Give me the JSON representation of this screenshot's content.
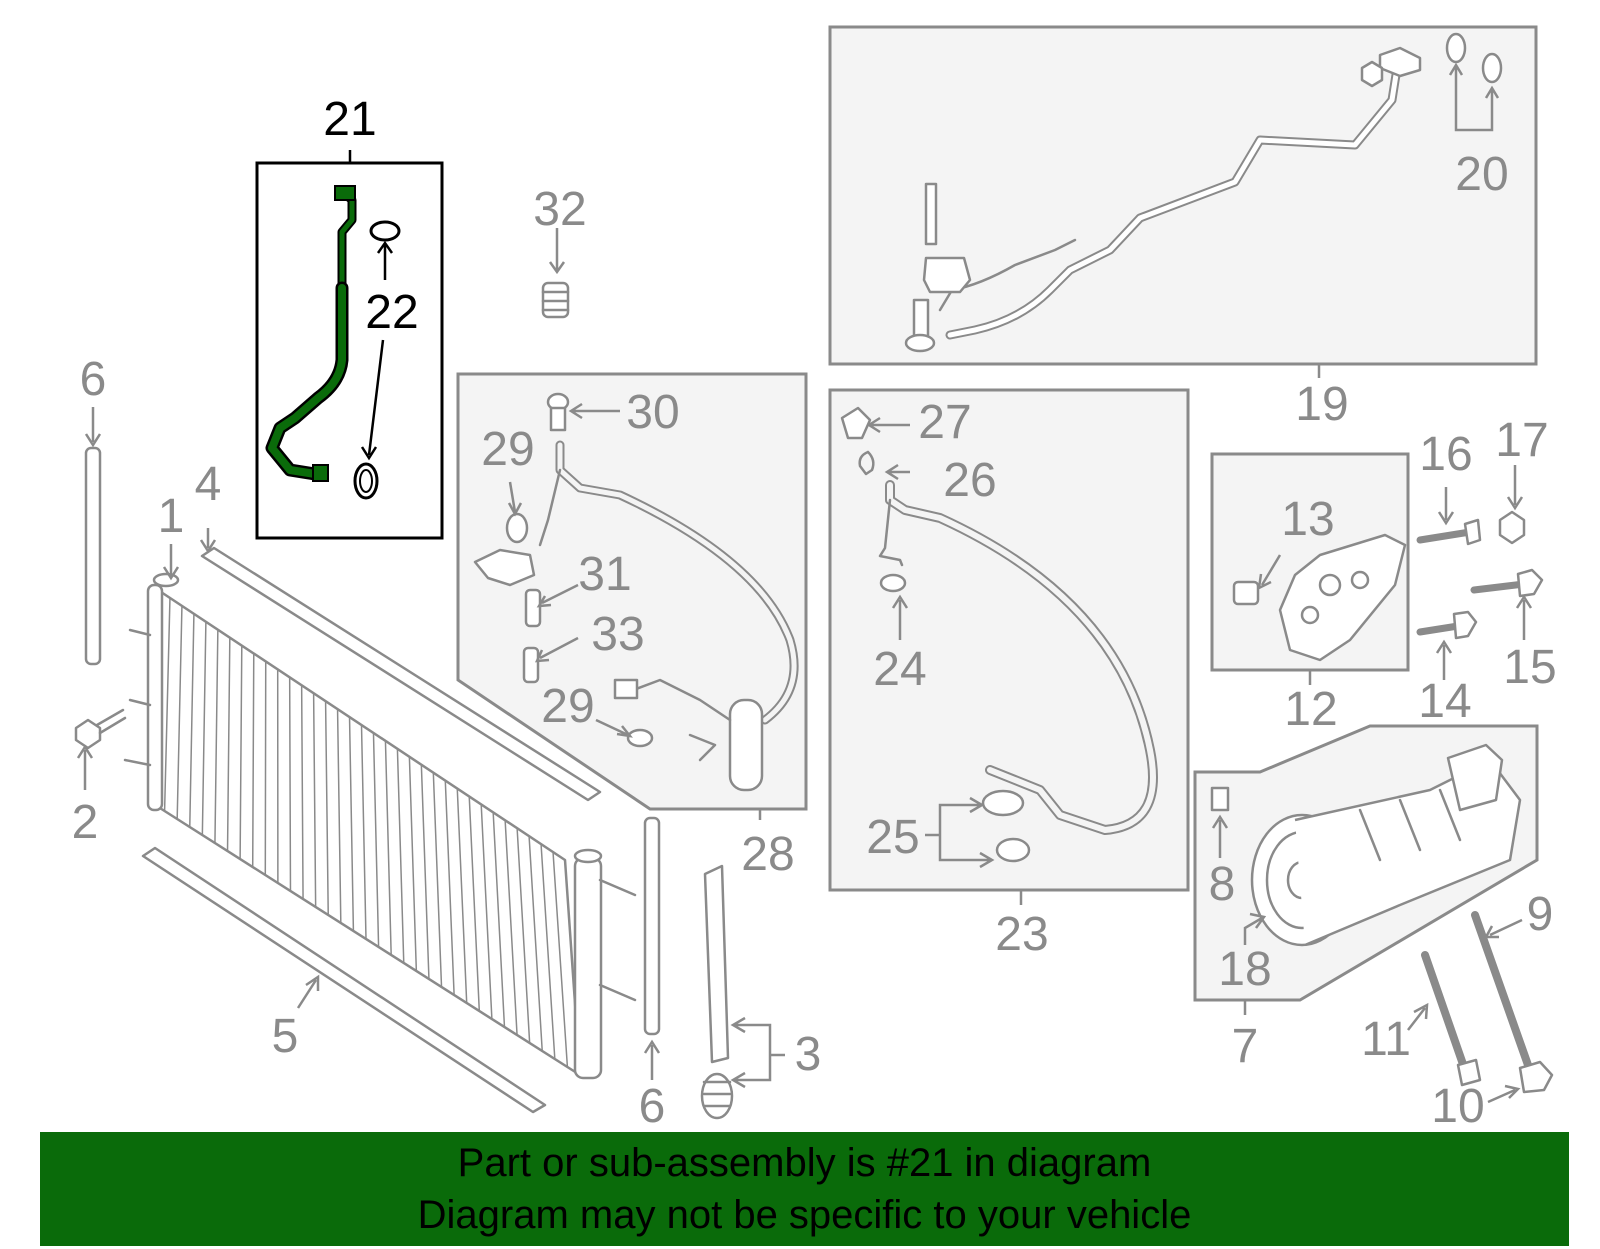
{
  "diagram": {
    "highlight_part": "21",
    "callouts": {
      "c1": "1",
      "c2": "2",
      "c3": "3",
      "c4": "4",
      "c5": "5",
      "c6a": "6",
      "c6b": "6",
      "c7": "7",
      "c8": "8",
      "c9": "9",
      "c10": "10",
      "c11": "11",
      "c12": "12",
      "c13": "13",
      "c14": "14",
      "c15": "15",
      "c16": "16",
      "c17": "17",
      "c18": "18",
      "c19": "19",
      "c20": "20",
      "c21": "21",
      "c22": "22",
      "c23": "23",
      "c24": "24",
      "c25": "25",
      "c26": "26",
      "c27": "27",
      "c28": "28",
      "c29a": "29",
      "c29b": "29",
      "c30": "30",
      "c31": "31",
      "c32": "32",
      "c33": "33"
    },
    "colors": {
      "part_line": "#8a8a8a",
      "highlight_part": "#0a6b0a",
      "highlight_outline": "#000000",
      "banner": "#0a6b0a"
    }
  },
  "banner": {
    "line1": "Part or sub-assembly is #21 in diagram",
    "line2": "Diagram may not be specific to your vehicle"
  }
}
